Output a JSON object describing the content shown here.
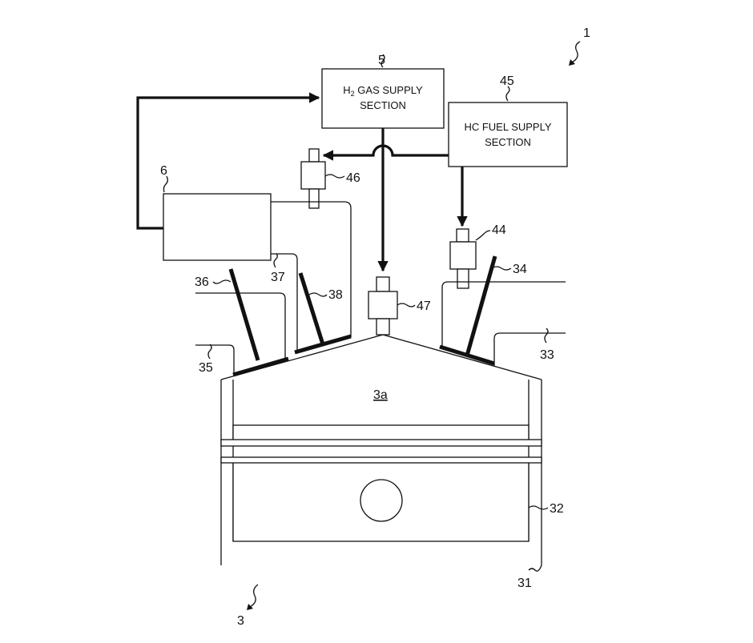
{
  "labels": {
    "system": "1",
    "h2_ref": "5",
    "hc_ref": "45",
    "unit6": "6",
    "inj46": "46",
    "inj44": "44",
    "inj47": "47",
    "valve34": "34",
    "valve36": "36",
    "valve38": "38",
    "port37": "37",
    "port35": "35",
    "port33": "33",
    "chamber": "3a",
    "piston32": "32",
    "cyl31": "31",
    "engine3": "3"
  },
  "h2_box": {
    "h": "H",
    "sub": "2",
    "rest": " GAS SUPPLY",
    "line2": "SECTION"
  },
  "hc_box": {
    "line1": "HC  FUEL SUPPLY",
    "line2": "SECTION"
  }
}
